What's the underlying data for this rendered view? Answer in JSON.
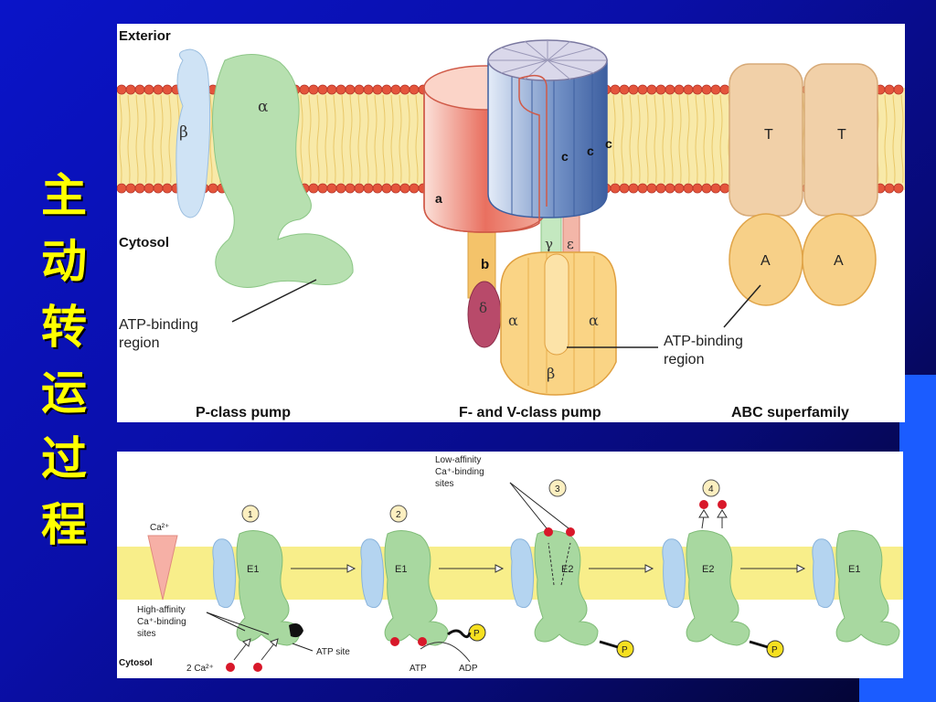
{
  "title_chars": [
    "主",
    "动",
    "转",
    "运",
    "过",
    "程"
  ],
  "top": {
    "exterior": "Exterior",
    "cytosol": "Cytosol",
    "atp_binding_left_1": "ATP-binding",
    "atp_binding_left_2": "region",
    "atp_binding_right_1": "ATP-binding",
    "atp_binding_right_2": "region",
    "p_class": "P-class pump",
    "fv_class": "F- and V-class pump",
    "abc": "ABC superfamily",
    "beta": "β",
    "alpha": "α",
    "a": "a",
    "b": "b",
    "c1": "c",
    "c2": "c",
    "c3": "c",
    "gamma": "γ",
    "epsilon": "ε",
    "delta": "δ",
    "alpha_l": "α",
    "alpha_r": "α",
    "beta_f": "β",
    "t1": "T",
    "t2": "T",
    "a1": "A",
    "a2": "A"
  },
  "bottom": {
    "ca_label": "Ca²⁺",
    "step1": "1",
    "step2": "2",
    "step3": "3",
    "step4": "4",
    "e1_a": "E1",
    "e1_b": "E1",
    "e2_a": "E2",
    "e2_b": "E2",
    "e1_c": "E1",
    "low_aff_1": "Low-affinity",
    "low_aff_2": "Ca⁺-binding",
    "low_aff_3": "sites",
    "high_aff_1": "High-affinity",
    "high_aff_2": "Ca⁺-binding",
    "high_aff_3": "sites",
    "atp_site": "ATP site",
    "cytosol": "Cytosol",
    "two_ca": "2 Ca²⁺",
    "atp": "ATP",
    "adp": "ADP",
    "p1": "P",
    "p2": "P",
    "p3": "P"
  },
  "colors": {
    "yellow_title": "#ffff00",
    "membrane": "#f7e27a",
    "lipid_head": "#e4553c",
    "green_protein": "#a8d8a0",
    "blue_protein": "#b4d4f0",
    "tan_protein": "#e9c49a",
    "orange_protein": "#f4c36a"
  }
}
